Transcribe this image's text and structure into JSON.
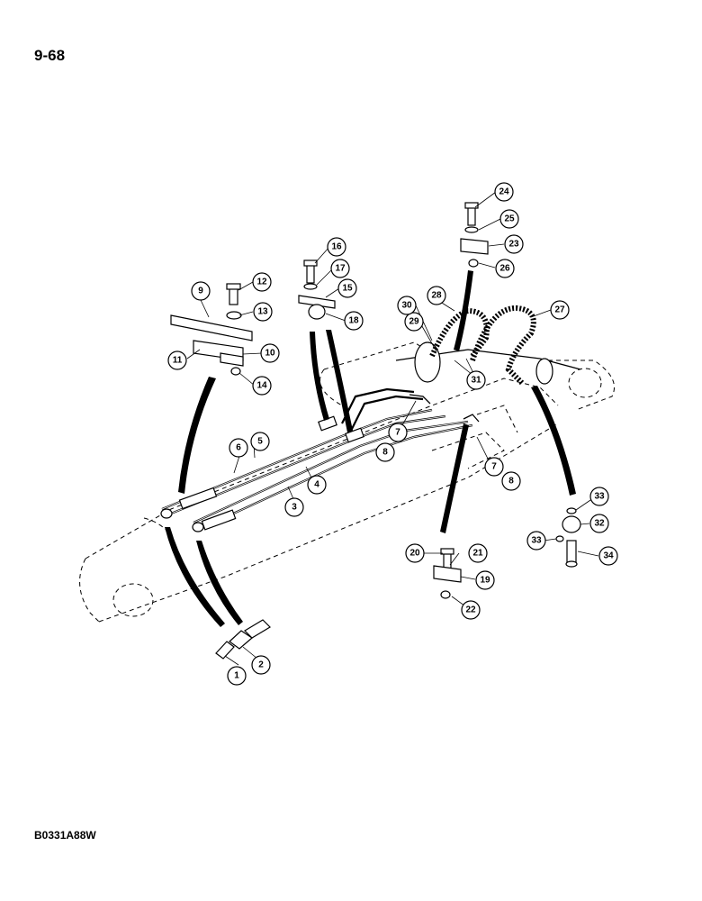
{
  "page": {
    "page_number": "9-68",
    "figure_code": "B0331A88W"
  },
  "callouts": [
    {
      "id": "c1",
      "label": "1"
    },
    {
      "id": "c2",
      "label": "2"
    },
    {
      "id": "c3",
      "label": "3"
    },
    {
      "id": "c4",
      "label": "4"
    },
    {
      "id": "c5",
      "label": "5"
    },
    {
      "id": "c6",
      "label": "6"
    },
    {
      "id": "c7a",
      "label": "7"
    },
    {
      "id": "c7b",
      "label": "7"
    },
    {
      "id": "c8a",
      "label": "8"
    },
    {
      "id": "c8b",
      "label": "8"
    },
    {
      "id": "c9",
      "label": "9"
    },
    {
      "id": "c10",
      "label": "10"
    },
    {
      "id": "c11",
      "label": "11"
    },
    {
      "id": "c12",
      "label": "12"
    },
    {
      "id": "c13",
      "label": "13"
    },
    {
      "id": "c14",
      "label": "14"
    },
    {
      "id": "c15",
      "label": "15"
    },
    {
      "id": "c16",
      "label": "16"
    },
    {
      "id": "c17",
      "label": "17"
    },
    {
      "id": "c18",
      "label": "18"
    },
    {
      "id": "c19",
      "label": "19"
    },
    {
      "id": "c20",
      "label": "20"
    },
    {
      "id": "c21",
      "label": "21"
    },
    {
      "id": "c22",
      "label": "22"
    },
    {
      "id": "c23",
      "label": "23"
    },
    {
      "id": "c24",
      "label": "24"
    },
    {
      "id": "c25",
      "label": "25"
    },
    {
      "id": "c26",
      "label": "26"
    },
    {
      "id": "c27",
      "label": "27"
    },
    {
      "id": "c28",
      "label": "28"
    },
    {
      "id": "c29",
      "label": "29"
    },
    {
      "id": "c30",
      "label": "30"
    },
    {
      "id": "c31",
      "label": "31"
    },
    {
      "id": "c32",
      "label": "32"
    },
    {
      "id": "c33a",
      "label": "33"
    },
    {
      "id": "c33b",
      "label": "33"
    },
    {
      "id": "c34",
      "label": "34"
    }
  ]
}
